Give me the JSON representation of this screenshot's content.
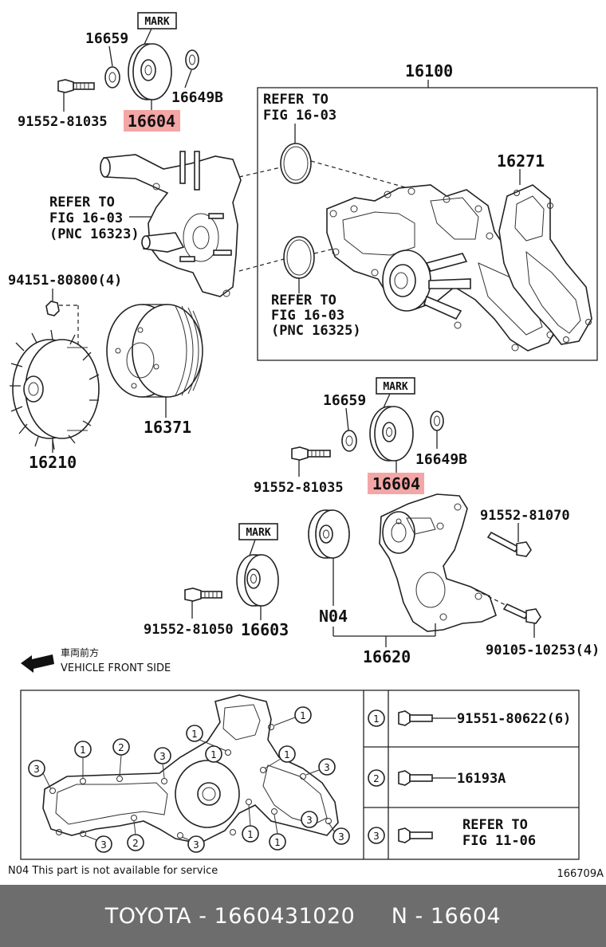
{
  "labels": {
    "p16659_top": "16659",
    "mark_top": "MARK",
    "p16649b_top": "16649B",
    "p16604_top": "16604",
    "bolt_91552_81035_top": "91552-81035",
    "p16100": "16100",
    "refer_a1": "REFER TO",
    "refer_a2": "FIG 16-03",
    "p16271": "16271",
    "refer_b1": "REFER TO",
    "refer_b2": "FIG 16-03",
    "refer_b3": "(PNC 16323)",
    "refer_c1": "REFER TO",
    "refer_c2": "FIG 16-03",
    "refer_c3": "(PNC 16325)",
    "bolt_94151": "94151-80800(4)",
    "p16210": "16210",
    "p16371": "16371",
    "mark_mid": "MARK",
    "p16659_mid": "16659",
    "p16649b_mid": "16649B",
    "bolt_91552_81035_mid": "91552-81035",
    "p16604_mid": "16604",
    "bolt_91552_81070": "91552-81070",
    "mark_low": "MARK",
    "bolt_91552_81050": "91552-81050",
    "p16603": "16603",
    "n04": "N04",
    "p16620": "16620",
    "bolt_90105": "90105-10253(4)",
    "front_jp": "車両前方",
    "front_en": "VEHICLE FRONT SIDE",
    "legend1": "91551-80622(6)",
    "legend2": "16193A",
    "legend3a": "REFER TO",
    "legend3b": "FIG 11-06",
    "note": "N04  This part is not available for service",
    "figno": "166709A",
    "c1": "1",
    "c2": "2",
    "c3": "3"
  },
  "footer": {
    "text": "TOYOTA - 1660431020     N - 16604"
  },
  "colors": {
    "highlight": "#f4a6a6",
    "footer_bg": "#6d6d6d"
  }
}
